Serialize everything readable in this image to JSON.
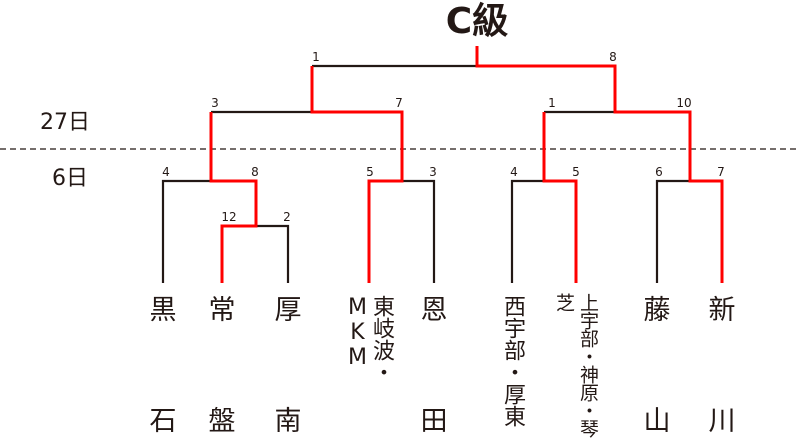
{
  "title": "C級",
  "days": {
    "round2": "27日",
    "round1": "6日"
  },
  "colors": {
    "winner_line": "#ff0000",
    "line": "#231815"
  },
  "scores": {
    "final": [
      "1",
      "8"
    ],
    "semi_left": [
      "3",
      "7"
    ],
    "semi_right": [
      "1",
      "10"
    ],
    "qf1": [
      "4",
      "8"
    ],
    "r1": [
      "12",
      "2"
    ],
    "qf2": [
      "5",
      "3"
    ],
    "qf3": [
      "4",
      "5"
    ],
    "qf4": [
      "6",
      "7"
    ]
  },
  "teams": [
    {
      "top": "黒",
      "bottom": "石"
    },
    {
      "top": "常",
      "bottom": "盤"
    },
    {
      "top": "厚",
      "bottom": "南"
    },
    {
      "name": "東岐波・MKM"
    },
    {
      "top": "恩",
      "bottom": "田"
    },
    {
      "name": "西宇部・厚東"
    },
    {
      "name": "上宇部・神原・琴芝"
    },
    {
      "top": "藤",
      "bottom": "山"
    },
    {
      "top": "新",
      "bottom": "川"
    }
  ]
}
